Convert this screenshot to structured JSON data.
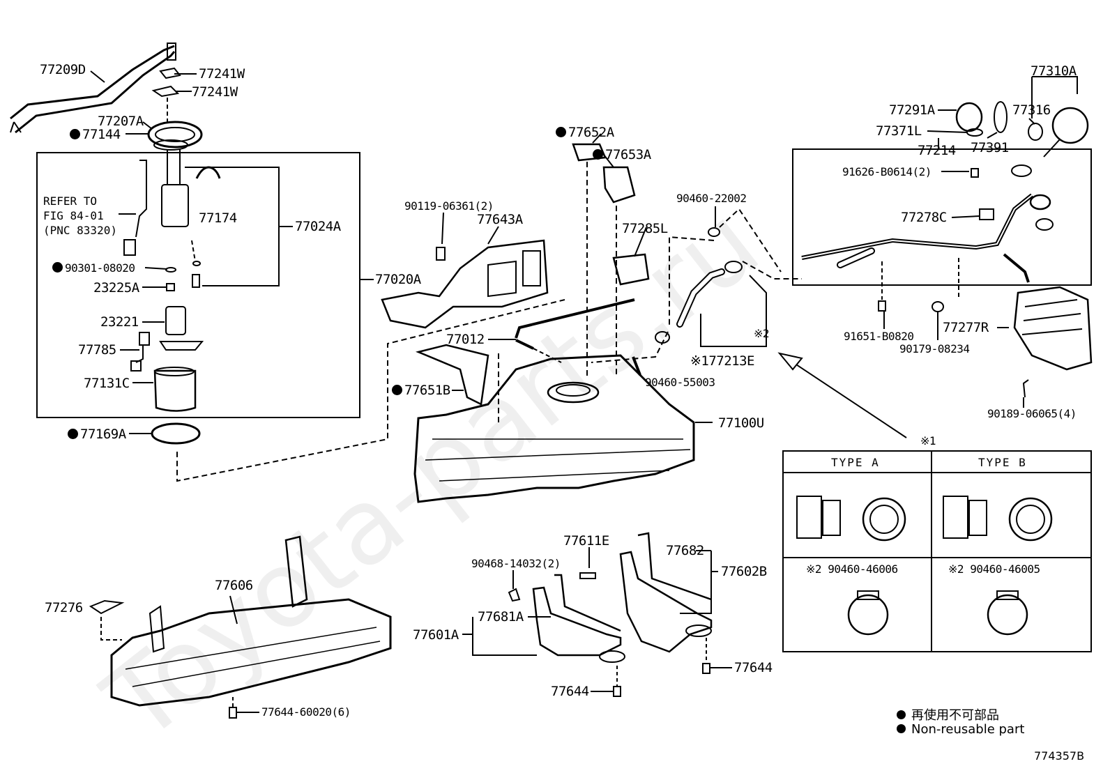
{
  "watermark": "Toyota-parts.ru",
  "labels": {
    "p77209D": "77209D",
    "p77241W_1": "77241W",
    "p77241W_2": "77241W",
    "p77207A": "77207A",
    "p77144": "77144",
    "p77024A": "77024A",
    "p77174": "77174",
    "p90301": "90301-08020",
    "p23225A": "23225A",
    "p23221": "23221",
    "p77785": "77785",
    "p77131C": "77131C",
    "p77169A": "77169A",
    "p77020A": "77020A",
    "p90119": "90119-06361(2)",
    "p77643A": "77643A",
    "p77652A": "77652A",
    "p77653A": "77653A",
    "p77285L": "77285L",
    "p77012": "77012",
    "p77651B": "77651B",
    "p90460_22002": "90460-22002",
    "p77213E": "77213E",
    "p90460_55003": "90460-55003",
    "p77100U": "77100U",
    "p77310A": "77310A",
    "p77291A": "77291A",
    "p77316": "77316",
    "p77371L": "77371L",
    "p77391": "77391",
    "p77214": "77214",
    "p91626": "91626-B0614(2)",
    "p77278C": "77278C",
    "p91651": "91651-B0820",
    "p90179": "90179-08234",
    "p77277R": "77277R",
    "p90189": "90189-06065(4)",
    "p77606": "77606",
    "p77276": "77276",
    "p77644_60020": "77644-60020(6)",
    "p77611E": "77611E",
    "p90468": "90468-14032(2)",
    "p77681A": "77681A",
    "p77601A": "77601A",
    "p77644_a": "77644",
    "p77682": "77682",
    "p77602B": "77602B",
    "p77644_b": "77644"
  },
  "refer_note": "REFER TO\nFIG 84-01\n(PNC 83320)",
  "marks": {
    "note1": "※1",
    "note2": "※2"
  },
  "type_table": {
    "type_a": "TYPE  A",
    "type_b": "TYPE  B",
    "clamp_a": "90460-46006",
    "clamp_b": "90460-46005",
    "clamp_mark": "※2"
  },
  "legend": {
    "jp": "再使用不可部品",
    "en": "Non-reusable part"
  },
  "figure_id": "774357B"
}
